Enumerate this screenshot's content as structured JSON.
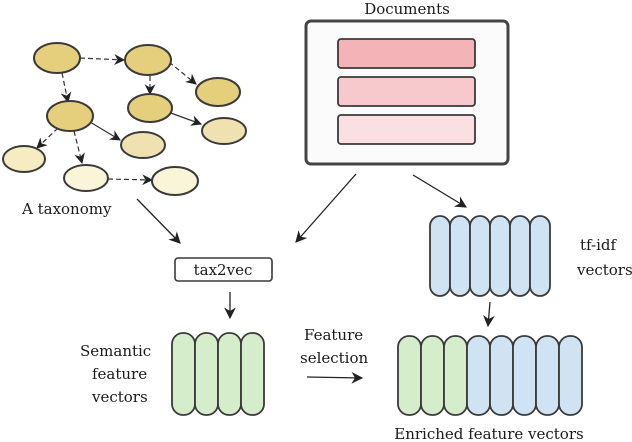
{
  "labels": {
    "documents": "Documents",
    "taxonomy": "A taxonomy",
    "tax2vec": "tax2vec",
    "tfidf_line1": "tf-idf",
    "tfidf_line2": "vectors",
    "semantic_line1": "Semantic",
    "semantic_line2": "feature",
    "semantic_line3": "vectors",
    "feature_sel_line1": "Feature",
    "feature_sel_line2": "selection",
    "enriched": "Enriched feature vectors"
  },
  "colors": {
    "node_dark": "#e6cf7c",
    "node_mid": "#f0dfa0",
    "node_light": "#f6ecc2",
    "node_pale": "#faf4d9",
    "doc_1": "#f4b3b6",
    "doc_2": "#f7c9cc",
    "doc_3": "#fae0e2",
    "semantic_fill": "#d6edcc",
    "tfidf_fill": "#cfe3f2",
    "stroke": "#3a3a3a"
  }
}
